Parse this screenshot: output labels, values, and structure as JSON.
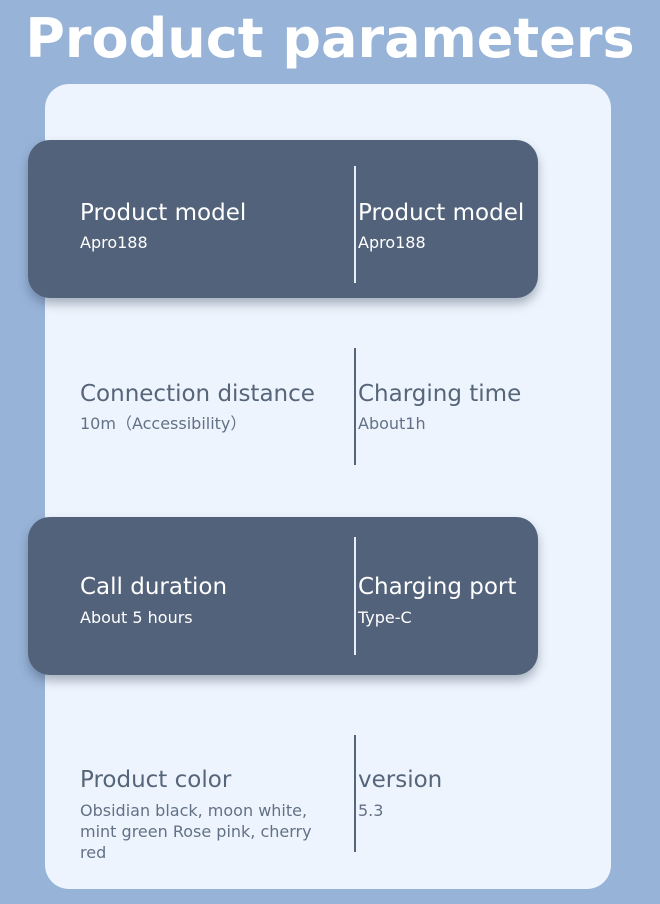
{
  "title": "Product parameters",
  "rows": [
    {
      "left": {
        "label": "Product model",
        "value": "Apro188"
      },
      "right": {
        "label": "Product model",
        "value": "Apro188"
      }
    },
    {
      "left": {
        "label": "Connection distance",
        "value": "10m（Accessibility）"
      },
      "right": {
        "label": "Charging time",
        "value": "About1h"
      }
    },
    {
      "left": {
        "label": "Call duration",
        "value": "About 5 hours"
      },
      "right": {
        "label": "Charging port",
        "value": "Type-C"
      }
    },
    {
      "left": {
        "label": "Product color",
        "value": "Obsidian black, moon white, mint green Rose pink, cherry red"
      },
      "right": {
        "label": "version",
        "value": "5.3"
      }
    }
  ],
  "colors": {
    "background": "#97b3d7",
    "card": "#edf4fd",
    "dark_row": "#52627a",
    "title_text": "#ffffff",
    "dark_text": "#56657a"
  }
}
